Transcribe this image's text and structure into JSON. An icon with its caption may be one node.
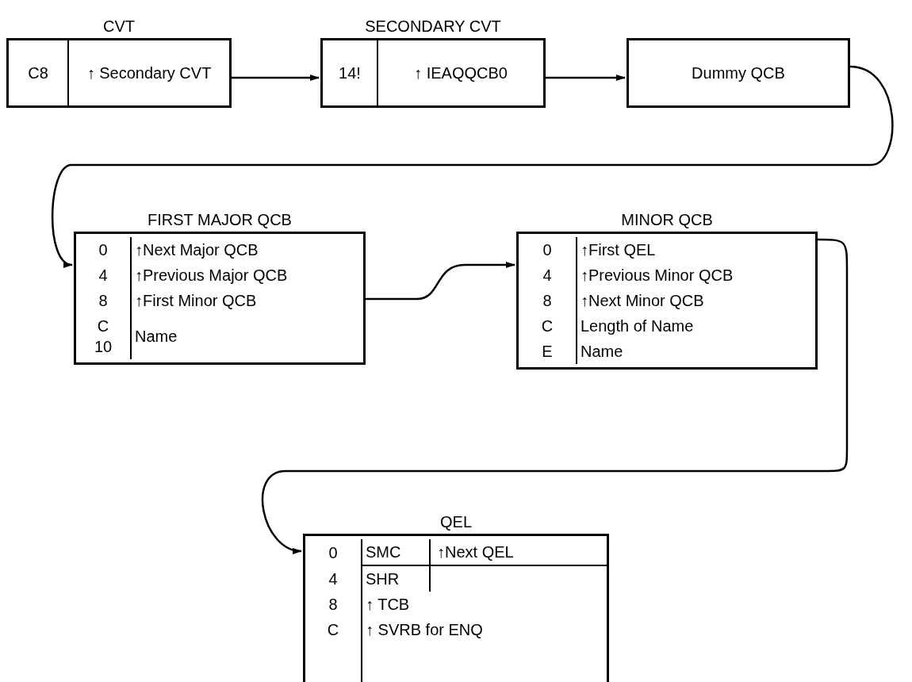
{
  "diagram": {
    "nodes": [
      {
        "text": [
          "CVT"
        ]
      },
      {
        "text": [
          "C8",
          "↑ Secondary CVT"
        ],
        "in": 0
      },
      {
        "text": [
          "SECONDARY CVT"
        ]
      },
      {
        "text": [
          "14!",
          "↑ IEAQQCB0"
        ],
        "in": 2
      },
      {
        "text": [
          "Dummy QCB"
        ]
      },
      {
        "text": [
          "FIRST MAJOR QCB"
        ]
      },
      {
        "text": [
          "0",
          "↑Next Major QCB"
        ],
        "in": 5
      },
      {
        "text": [
          "4",
          "↑Previous Major QCB"
        ],
        "in": 5
      },
      {
        "text": [
          "8",
          "↑First Minor QCB"
        ],
        "in": 5
      },
      {
        "text": [
          "C",
          "10",
          "Name"
        ],
        "in": 5
      },
      {
        "text": [
          "MINOR QCB"
        ]
      },
      {
        "text": [
          "0",
          "↑First QEL"
        ],
        "in": 10
      },
      {
        "text": [
          "4",
          "↑Previous Minor QCB"
        ],
        "in": 10
      },
      {
        "text": [
          "8",
          "↑Next Minor QCB"
        ],
        "in": 10
      },
      {
        "text": [
          "C",
          "Length of Name"
        ],
        "in": 10
      },
      {
        "text": [
          "E",
          "Name"
        ],
        "in": 10
      },
      {
        "text": [
          "QEL"
        ]
      },
      {
        "text": [
          "0",
          "SMC",
          "↑Next QEL"
        ],
        "in": 16
      },
      {
        "text": [
          "4",
          "SHR"
        ],
        "in": 16
      },
      {
        "text": [
          "8",
          "↑ TCB"
        ],
        "in": 16
      },
      {
        "text": [
          "C",
          "↑ SVRB for ENQ"
        ],
        "in": 16
      }
    ],
    "edges": [
      {
        "from": 1,
        "to": 2,
        "arrow": "to"
      },
      {
        "from": 3,
        "to": 4,
        "arrow": "to"
      },
      {
        "from": 4,
        "to": 5,
        "arrow": "to"
      },
      {
        "from": 5,
        "to": 10,
        "arrow": "to"
      },
      {
        "from": 10,
        "to": 16,
        "arrow": "to"
      }
    ]
  }
}
